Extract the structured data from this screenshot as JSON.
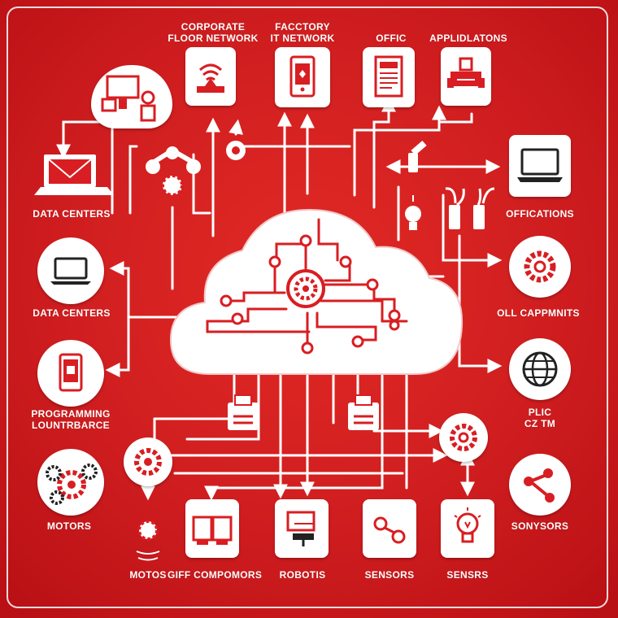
{
  "labels": {
    "corporate_floor_network": [
      "CORPORATE",
      "FLOOR NETWORK"
    ],
    "factory_it_network": [
      "FACCTORY",
      "IT NETWORK"
    ],
    "offic": "OFFIC",
    "applications": "APPLIDLATONS",
    "data_centers_top": "DATA CENTERS",
    "data_centers_mid": "DATA CENTERS",
    "programming_lountrbarce": [
      "PROGRAMMING",
      "LOUNTRBARCE"
    ],
    "motors_left": "MOTORS",
    "motos": "MOTOS",
    "giff_compomors": "GIFF COMPOMORS",
    "robotis": "ROBOTIS",
    "sensors_bottom": "SENSORS",
    "sensrs": "SENSRS",
    "offications": "OFFICATIONS",
    "oll_capphnits": "OLL CAPPMNITS",
    "plic_czm": [
      "PLIC",
      "CZ TM"
    ],
    "sonysors": "SONYSORS"
  },
  "icons": {
    "corporate": "wifi-router-icon",
    "factory": "tablet-icon",
    "office": "document-icon",
    "applications": "machine-icon",
    "data_centers_top": "monitor-icon",
    "data_centers_mid": "laptop-icon",
    "programming": "phone-icon",
    "motors": "gears-icon",
    "gift": "machines-icon",
    "robotis": "workstation-icon",
    "sensors": "connection-icon",
    "sensrs": "lightbulb-icon",
    "offications": "laptop-icon",
    "oll": "gear-icon",
    "plic": "globe-icon",
    "sonysors": "network-nodes-icon"
  },
  "colors": {
    "background": "#d3191c",
    "tile": "#ffffff",
    "accent": "#d81e22",
    "wire": "#ffffff"
  }
}
